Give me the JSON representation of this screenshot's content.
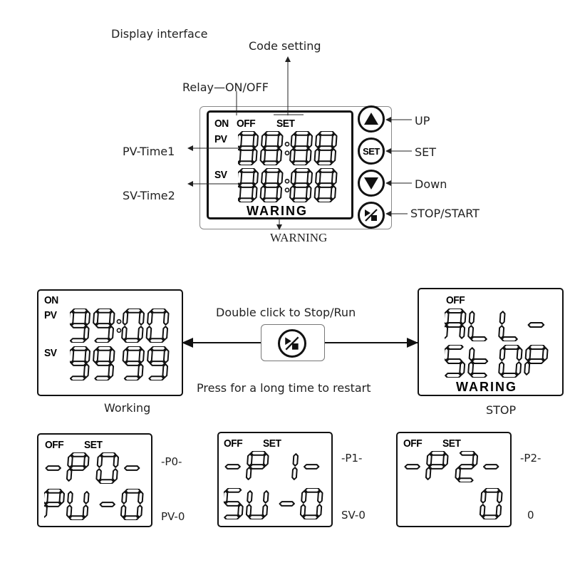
{
  "title": "Display interface",
  "labels": {
    "code_setting": "Code setting",
    "relay_on_off": "Relay—ON/OFF",
    "pv_time1": "PV-Time1",
    "sv_time2": "SV-Time2",
    "warning": "WARNING",
    "up": "UP",
    "set": "SET",
    "down": "Down",
    "stop_start": "STOP/START",
    "double_click": "Double click to Stop/Run",
    "long_press": "Press for a long time to restart",
    "working": "Working",
    "stop": "STOP",
    "p0_side": "-P0-",
    "pv0_side": "PV-0",
    "p1_side": "-P1-",
    "sv0_side": "SV-0",
    "p2_side": "-P2-",
    "zero_side": "0"
  },
  "lcd": {
    "on": "ON",
    "off": "OFF",
    "set": "SET",
    "pv": "PV",
    "sv": "SV",
    "waring": "WARING",
    "set_button": "SET"
  },
  "icons": {
    "up": "up-triangle-icon",
    "down": "down-triangle-icon",
    "stop_start": "stop-start-icon"
  },
  "displays": {
    "main_pv": "88:88",
    "main_sv": "88:88",
    "working_pv": "99:00",
    "working_sv": "9999",
    "stop_line1": "ALL-",
    "stop_line2": "STOP",
    "p0_line1": "-P0-",
    "p0_line2": "PV-0",
    "p1_line1": "-P1-",
    "p1_line2": "SV-0",
    "p2_line1": "-P2-",
    "p2_line2": "0"
  }
}
